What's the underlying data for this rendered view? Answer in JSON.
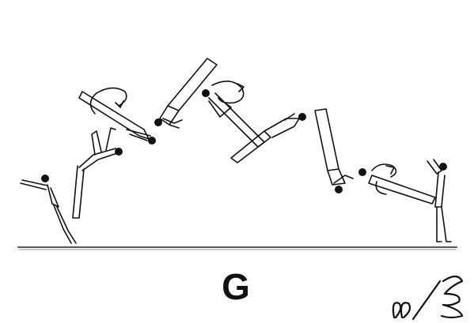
{
  "difficulty": {
    "value": "G"
  },
  "signature": {
    "kind": "symbol-notation"
  },
  "figures": [
    {
      "name": "gymnast-start"
    },
    {
      "name": "gymnast-handspring"
    },
    {
      "name": "gymnast-twist-1"
    },
    {
      "name": "gymnast-layout-1"
    },
    {
      "name": "gymnast-twist-2"
    },
    {
      "name": "gymnast-layout-2"
    },
    {
      "name": "gymnast-descent"
    },
    {
      "name": "gymnast-twist-3"
    },
    {
      "name": "gymnast-landing"
    }
  ]
}
